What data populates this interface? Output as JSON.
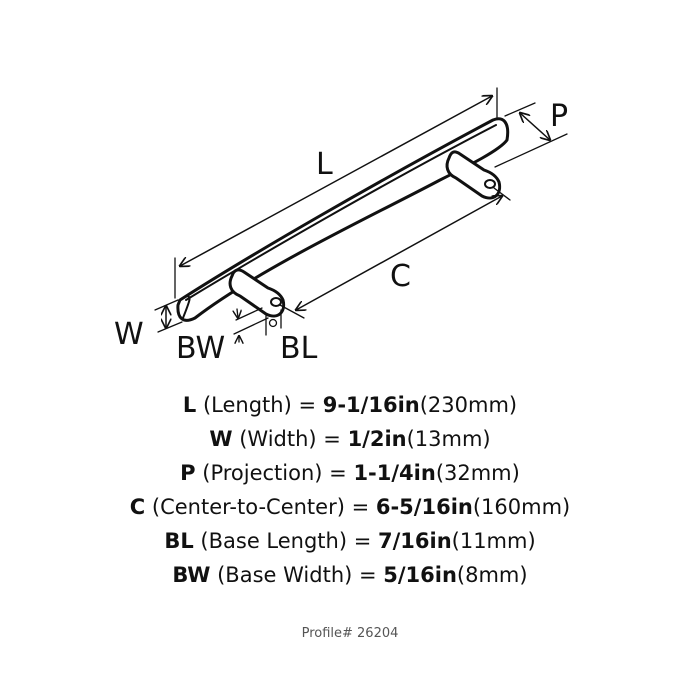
{
  "diagram": {
    "subject": "cabinet bar pull, isometric dimension drawing",
    "labels": {
      "L": "L",
      "P": "P",
      "C": "C",
      "W": "W",
      "BW": "BW",
      "BL": "BL"
    }
  },
  "specs": [
    {
      "key": "L",
      "desc": "(Length) = ",
      "imperial": "9-1/16in",
      "metric": "(230mm)"
    },
    {
      "key": "W",
      "desc": "(Width) = ",
      "imperial": "1/2in",
      "metric": "(13mm)"
    },
    {
      "key": "P",
      "desc": "(Projection) = ",
      "imperial": "1-1/4in",
      "metric": "(32mm)"
    },
    {
      "key": "C",
      "desc": "(Center-to-Center) = ",
      "imperial": "6-5/16in",
      "metric": "(160mm)"
    },
    {
      "key": "BL",
      "desc": "(Base Length) = ",
      "imperial": "7/16in",
      "metric": "(11mm)"
    },
    {
      "key": "BW",
      "desc": "(Base Width) = ",
      "imperial": "5/16in",
      "metric": "(8mm)"
    }
  ],
  "profile": "Profile# 26204"
}
